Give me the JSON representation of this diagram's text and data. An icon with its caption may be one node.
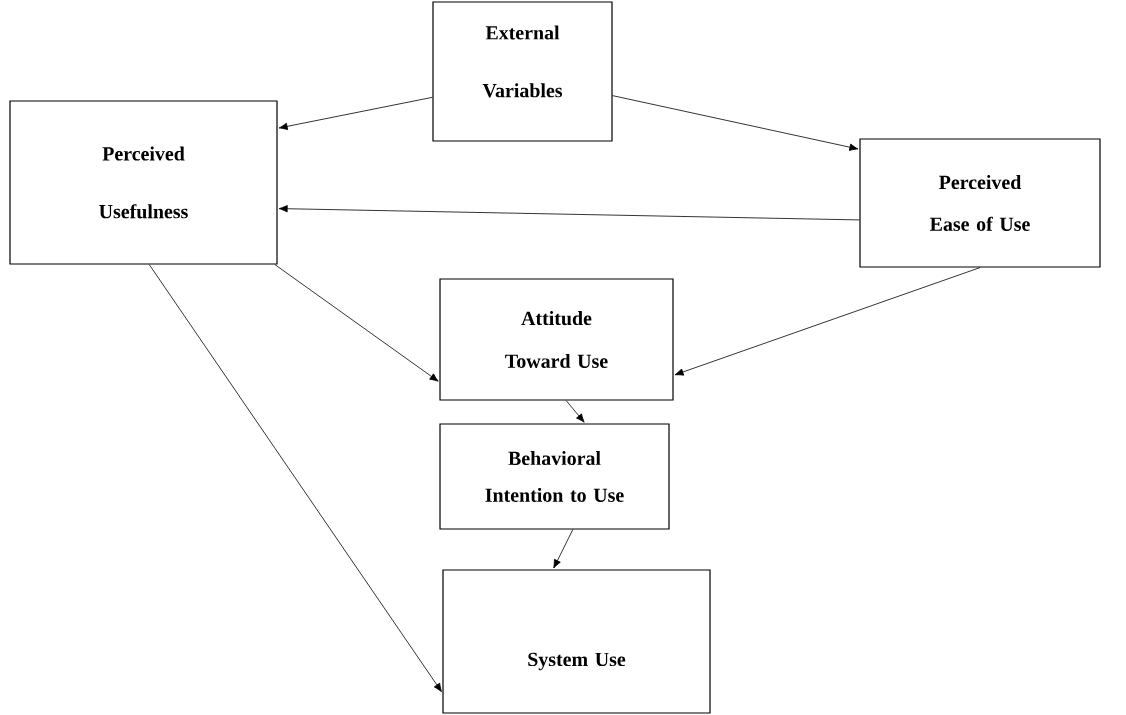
{
  "diagram": {
    "nodes": [
      {
        "text": [
          "External Variables"
        ]
      },
      {
        "text": [
          "Perceived Usefulness"
        ]
      },
      {
        "text": [
          "Perceived Ease of Use"
        ]
      },
      {
        "text": [
          "Attitude Toward Use"
        ]
      },
      {
        "text": [
          "Behavioral Intention to Use"
        ]
      },
      {
        "text": [
          "System Use"
        ]
      }
    ],
    "edges": [
      {
        "from": 0,
        "to": 1,
        "arrow": "to"
      },
      {
        "from": 0,
        "to": 2,
        "arrow": "to"
      },
      {
        "from": 2,
        "to": 1,
        "arrow": "to"
      },
      {
        "from": 1,
        "to": 3,
        "arrow": "to"
      },
      {
        "from": 2,
        "to": 3,
        "arrow": "to"
      },
      {
        "from": 3,
        "to": 4,
        "arrow": "to"
      },
      {
        "from": 4,
        "to": 5,
        "arrow": "to"
      },
      {
        "from": 1,
        "to": 5,
        "arrow": "to"
      }
    ]
  }
}
